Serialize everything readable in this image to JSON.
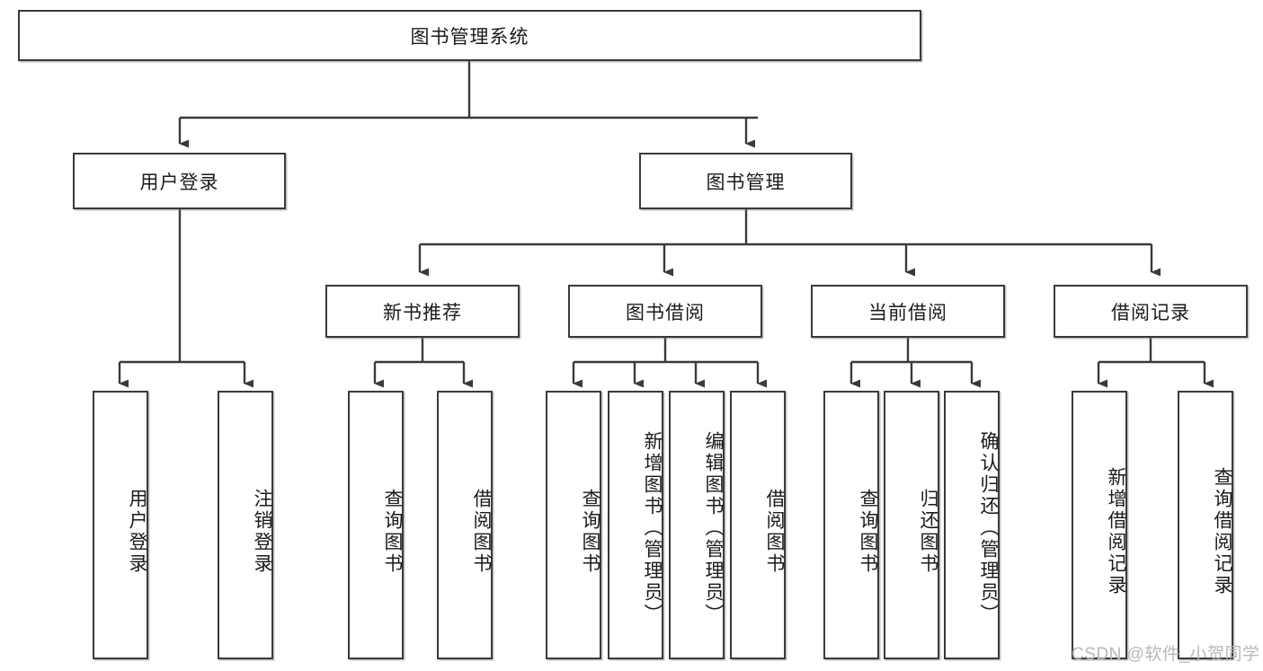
{
  "diagram": {
    "title": "图书管理系统",
    "type": "hierarchy-tree",
    "colors": {
      "box_border": "#3a3a3a",
      "box_fill": "#ffffff",
      "connector": "#3a3a3a",
      "watermark": "#b8b8b8",
      "text": "#1b1b1b"
    },
    "root": {
      "label": "图书管理系统"
    },
    "level2": [
      {
        "label": "用户登录"
      },
      {
        "label": "图书管理"
      }
    ],
    "level3": [
      {
        "label": "新书推荐"
      },
      {
        "label": "图书借阅"
      },
      {
        "label": "当前借阅"
      },
      {
        "label": "借阅记录"
      }
    ],
    "leaves": {
      "user_login": [
        {
          "label": "用户登录"
        },
        {
          "label": "注销登录"
        }
      ],
      "new_book_recommend": [
        {
          "label": "查询图书"
        },
        {
          "label": "借阅图书"
        }
      ],
      "book_borrow": [
        {
          "label": "查询图书"
        },
        {
          "label": "新增图书（管理员）"
        },
        {
          "label": "编辑图书（管理员）"
        },
        {
          "label": "借阅图书"
        }
      ],
      "current_borrow": [
        {
          "label": "查询图书"
        },
        {
          "label": "归还图书"
        },
        {
          "label": "确认归还（管理员）"
        }
      ],
      "borrow_records": [
        {
          "label": "新增借阅记录"
        },
        {
          "label": "查询借阅记录"
        }
      ]
    },
    "watermark": "CSDN @软件_小贺同学"
  }
}
